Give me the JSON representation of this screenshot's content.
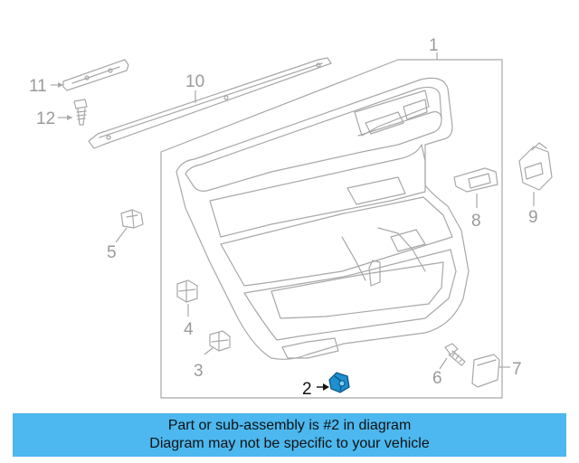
{
  "diagram": {
    "callouts": [
      {
        "number": "1",
        "highlighted": false
      },
      {
        "number": "2",
        "highlighted": true
      },
      {
        "number": "3",
        "highlighted": false
      },
      {
        "number": "4",
        "highlighted": false
      },
      {
        "number": "5",
        "highlighted": false
      },
      {
        "number": "6",
        "highlighted": false
      },
      {
        "number": "7",
        "highlighted": false
      },
      {
        "number": "8",
        "highlighted": false
      },
      {
        "number": "9",
        "highlighted": false
      },
      {
        "number": "10",
        "highlighted": false
      },
      {
        "number": "11",
        "highlighted": false
      },
      {
        "number": "12",
        "highlighted": false
      }
    ],
    "colors": {
      "line_art": "#a8a8a8",
      "highlight_part": "#1e8fd0",
      "banner": "#4cb8ef"
    }
  },
  "banner": {
    "line1": "Part or sub-assembly is #2 in diagram",
    "line2": "Diagram may not be specific to your vehicle"
  }
}
